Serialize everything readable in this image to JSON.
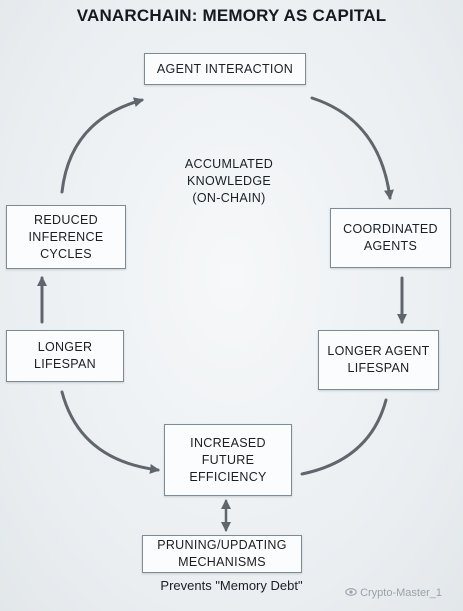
{
  "title": "VANARCHAIN: MEMORY AS CAPITAL",
  "nodes": {
    "agent_interaction": [
      "AGENT INTERACTION"
    ],
    "coordinated_agents": [
      "COORDINATED",
      "AGENTS"
    ],
    "longer_agent_lifespan": [
      "LONGER AGENT",
      "LIFESPAN"
    ],
    "increased_future_efficiency": [
      "INCREASED",
      "FUTURE",
      "EFFICIENCY"
    ],
    "longer_lifespan": [
      "LONGER",
      "LIFESPAN"
    ],
    "reduced_inference_cycles": [
      "REDUCED",
      "INFERENCE",
      "CYCLES"
    ],
    "pruning_updating": [
      "PRUNING/UPDATING",
      "MECHANISMS"
    ]
  },
  "center_label": [
    "ACCUMLATED",
    "KNOWLEDGE",
    "(ON-CHAIN)"
  ],
  "caption": "Prevents \"Memory Debt\"",
  "watermark": "Crypto-Master_1",
  "watermark_icon": "eye-icon",
  "colors": {
    "arrow": "#5f666d",
    "box_border": "#7d8b96",
    "box_fill": "#fbfcfd",
    "text": "#1a1f24"
  }
}
